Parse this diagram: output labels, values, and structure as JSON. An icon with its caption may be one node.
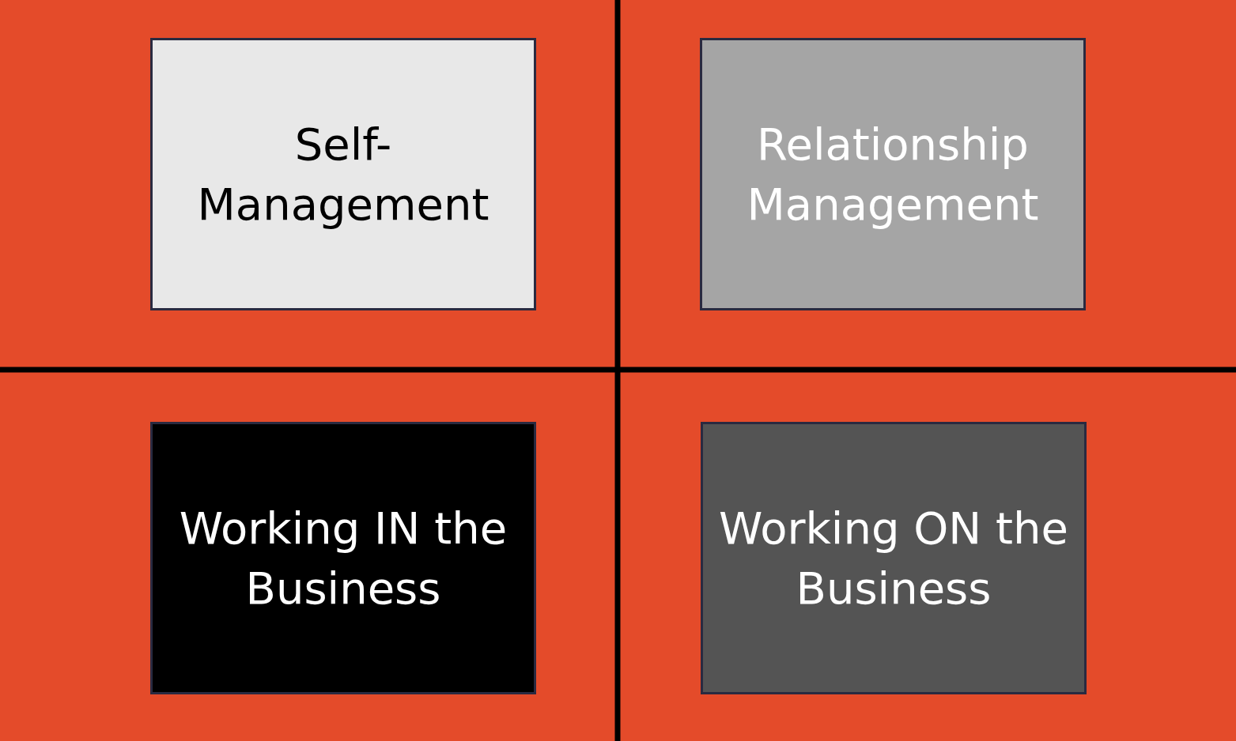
{
  "diagram": {
    "nodes": [
      {
        "text": [
          "Self-Management"
        ]
      },
      {
        "text": [
          "Relationship Management"
        ]
      },
      {
        "text": [
          "Working IN the Business"
        ]
      },
      {
        "text": [
          "Working ON the Business"
        ]
      }
    ]
  }
}
